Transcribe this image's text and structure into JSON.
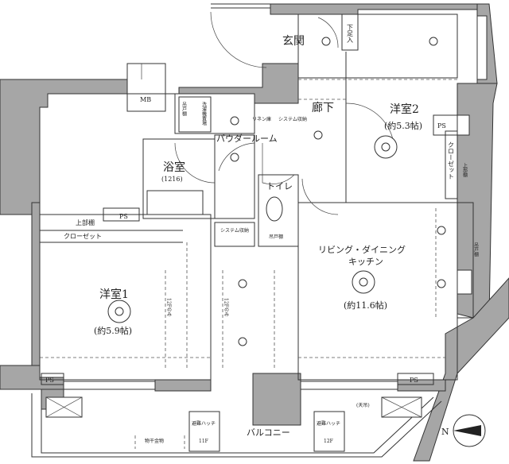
{
  "plan": {
    "entrance": "玄関",
    "shoe_storage": "下足入",
    "mb": "MB",
    "washer_cabinet": "吊戸棚",
    "washer_space": "洗濯機置場",
    "linen": "リネン庫",
    "system_storage_1": "システム収納",
    "system_storage_2": "システム収納",
    "hallway": "廊下",
    "western_room_2": {
      "name": "洋室2",
      "size": "(約5.3帖)"
    },
    "western_room_1": {
      "name": "洋室1",
      "size": "(約5.9帖)"
    },
    "powder_room": "パウダールーム",
    "bathroom": {
      "name": "浴室",
      "size": "(1216)"
    },
    "toilet": "トイレ",
    "toilet_cabinet": "吊戸棚",
    "closet_1": "クローゼット",
    "closet_2": "クローゼット",
    "upper_shelf_1": "上部棚",
    "upper_shelf_2": "上部棚",
    "ps_1": "PS",
    "ps_2": "PS",
    "ps_3": "PS",
    "ps_4": "PS",
    "ldk": {
      "name_line1": "リビング・ダイニング",
      "name_line2": "キッチン",
      "size": "(約11.6帖)"
    },
    "kitchen_cabinet": "吊戸棚",
    "floor_note_1": "12Fのみ",
    "floor_note_2": "12Fのみ",
    "balcony": "バルコニー",
    "hatch_1": {
      "label": "避難ハッチ",
      "floor": "11F"
    },
    "hatch_2": {
      "label": "避難ハッチ",
      "floor": "12F"
    },
    "drying_hardware": "物干金物",
    "ceiling_hung": "(天吊)",
    "north": "N"
  },
  "colors": {
    "wall": "#a6a6a6",
    "line": "#333333"
  }
}
